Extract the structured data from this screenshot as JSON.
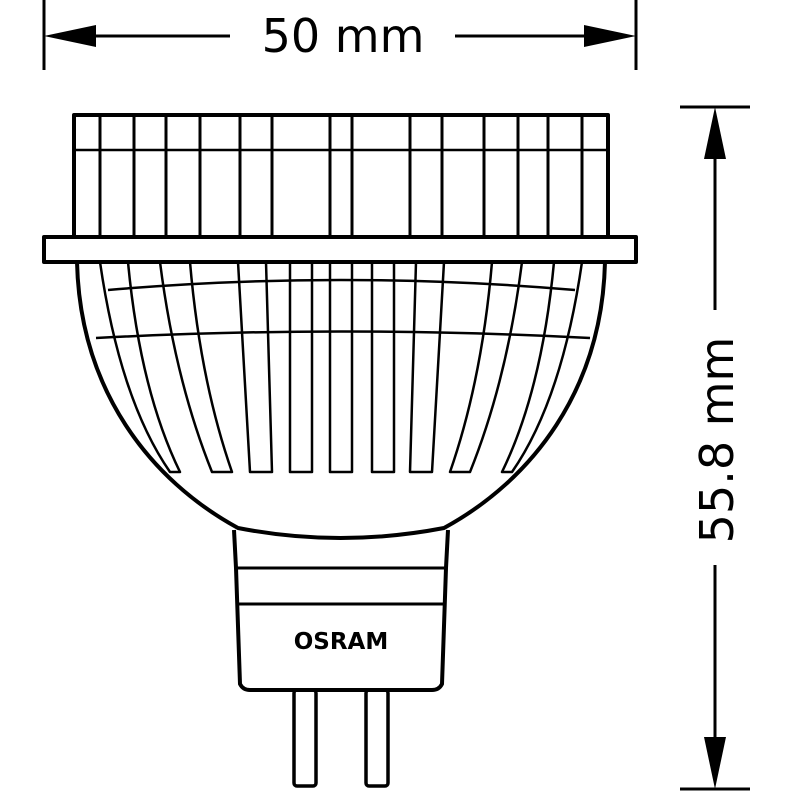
{
  "dimensions": {
    "width_label": "50 mm",
    "height_label": "55.8 mm"
  },
  "lamp": {
    "brand_text": "OSRAM"
  },
  "colors": {
    "line": "#000000",
    "background": "#ffffff"
  }
}
